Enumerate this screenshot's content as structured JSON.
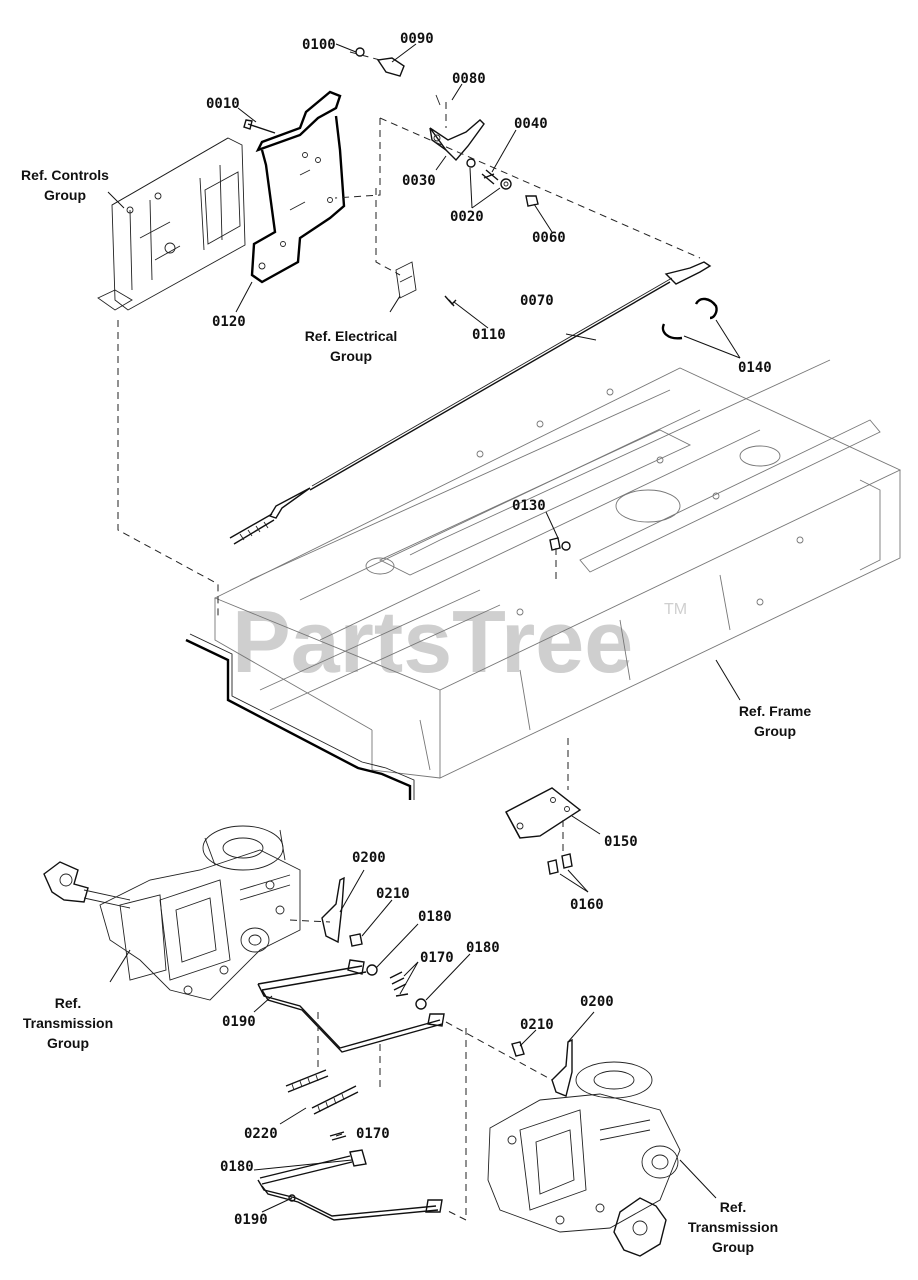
{
  "diagram": {
    "watermark": "PartsTree",
    "watermark_tm": "TM",
    "part_labels": {
      "p0100": "0100",
      "p0090": "0090",
      "p0080": "0080",
      "p0010": "0010",
      "p0040": "0040",
      "p0030": "0030",
      "p0020": "0020",
      "p0060": "0060",
      "p0120": "0120",
      "p0110": "0110",
      "p0070": "0070",
      "p0140": "0140",
      "p0130": "0130",
      "p0150": "0150",
      "p0160": "0160",
      "p0200a": "0200",
      "p0210a": "0210",
      "p0180a": "0180",
      "p0170a": "0170",
      "p0180b": "0180",
      "p0190a": "0190",
      "p0200b": "0200",
      "p0210b": "0210",
      "p0220": "0220",
      "p0170b": "0170",
      "p0180c": "0180",
      "p0190b": "0190"
    },
    "ref_labels": {
      "controls": [
        "Ref. Controls",
        "Group"
      ],
      "electrical": [
        "Ref. Electrical",
        "Group"
      ],
      "frame": [
        "Ref. Frame",
        "Group"
      ],
      "trans_left": [
        "Ref.",
        "Transmission",
        "Group"
      ],
      "trans_right": [
        "Ref.",
        "Transmission",
        "Group"
      ]
    }
  }
}
